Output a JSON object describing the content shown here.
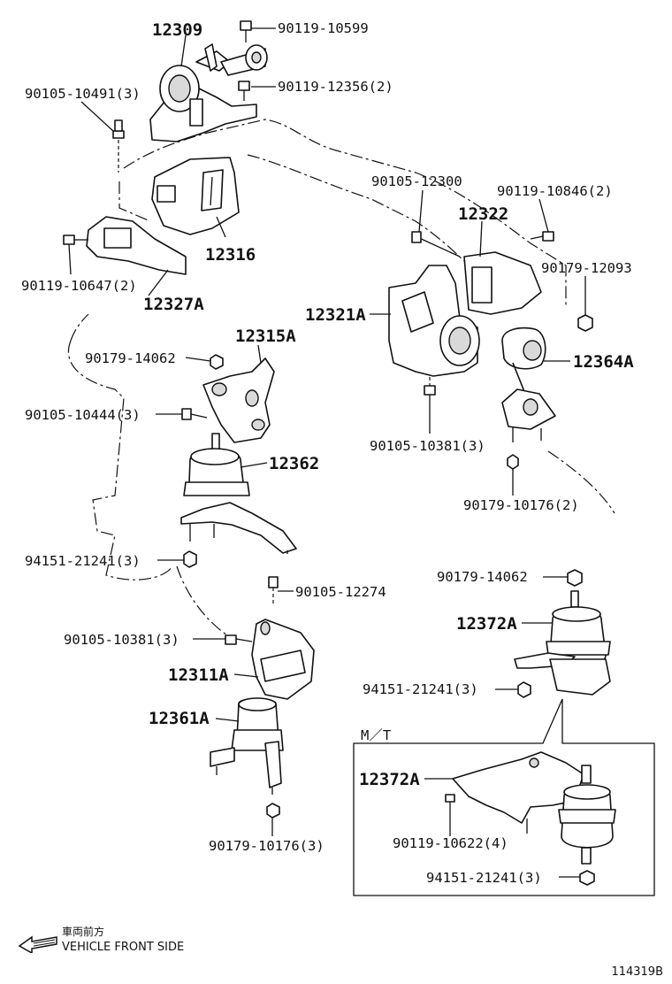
{
  "diagram_code": "114319B",
  "front_side": {
    "japanese": "車両前方",
    "english": "VEHICLE FRONT SIDE"
  },
  "mt_label": "M／T",
  "parts": {
    "p12309": "12309",
    "p90119_10599": "90119-10599",
    "p90119_12356": "90119-12356(2)",
    "p90105_10491": "90105-10491(3)",
    "p90105_12300": "90105-12300",
    "p90119_10846": "90119-10846(2)",
    "p12322": "12322",
    "p90179_12093": "90179-12093",
    "p12316": "12316",
    "p90119_10647": "90119-10647(2)",
    "p12327A": "12327A",
    "p12321A": "12321A",
    "p12315A": "12315A",
    "p90179_14062_a": "90179-14062",
    "p12364A": "12364A",
    "p90105_10444": "90105-10444(3)",
    "p90105_10381_a": "90105-10381(3)",
    "p12362": "12362",
    "p90179_10176_a": "90179-10176(2)",
    "p94151_21241_a": "94151-21241(3)",
    "p90179_14062_b": "90179-14062",
    "p90105_12274": "90105-12274",
    "p12372A_a": "12372A",
    "p90105_10381_b": "90105-10381(3)",
    "p12311A": "12311A",
    "p94151_21241_b": "94151-21241(3)",
    "p12361A": "12361A",
    "p12372A_b": "12372A",
    "p90119_10622": "90119-10622(4)",
    "p90179_10176_b": "90179-10176(3)",
    "p94151_21241_c": "94151-21241(3)"
  }
}
